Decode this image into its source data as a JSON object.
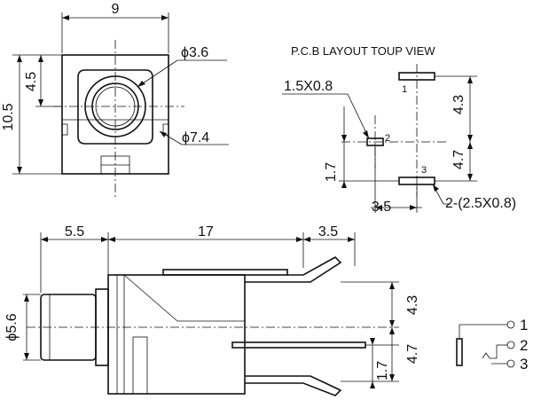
{
  "top_view": {
    "width": "9",
    "height": "10.5",
    "offset": "4.5",
    "hole_inner": "ϕ3.6",
    "hole_outer": "ϕ7.4"
  },
  "pcb": {
    "title": "P.C.B LAYOUT  TOUP VIEW",
    "pad_small": "1.5X0.8",
    "pad_large": "2-(2.5X0.8)",
    "dim_v_top": "4.3",
    "dim_v_bottom": "4.7",
    "dim_v_left": "1.7",
    "dim_h": "3.5",
    "pin1": "1",
    "pin2": "2",
    "pin3": "3"
  },
  "side_view": {
    "dim_left": "5.5",
    "dim_mid": "17",
    "dim_right": "3.5",
    "diameter": "ϕ5.6",
    "dim_v_top": "4.3",
    "dim_v_bottom": "4.7",
    "dim_v_small": "1.7"
  },
  "schematic": {
    "pin1": "1",
    "pin2": "2",
    "pin3": "3"
  }
}
